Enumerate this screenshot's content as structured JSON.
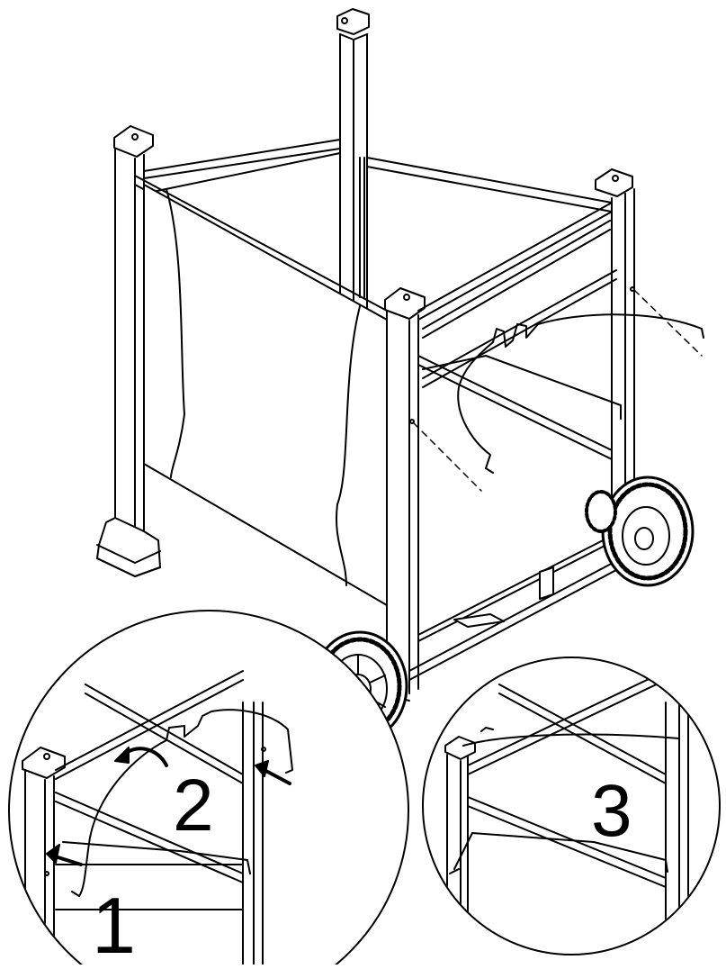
{
  "diagram": {
    "steps": [
      {
        "number": "1"
      },
      {
        "number": "2"
      },
      {
        "number": "3"
      }
    ],
    "colors": {
      "line": "#000000",
      "panel": "#ffffff"
    }
  }
}
